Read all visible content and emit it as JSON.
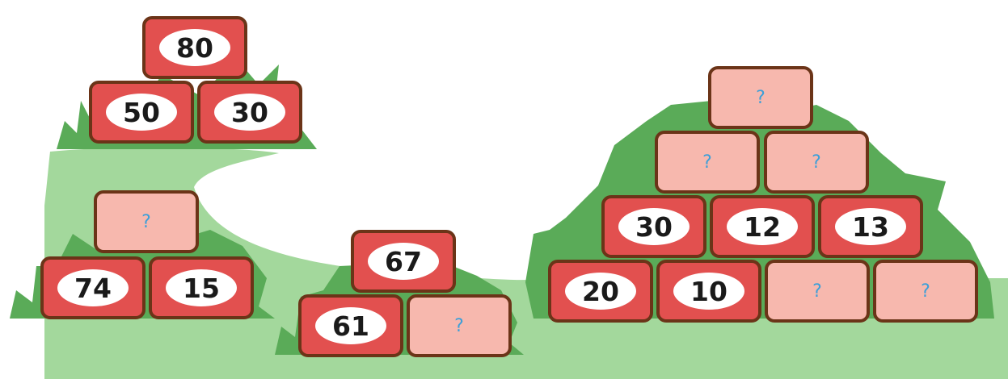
{
  "colors": {
    "ground": "#a3d89c",
    "bush": "#5aab58",
    "brick_red": "#e2504f",
    "brick_pink": "#f7b8ae",
    "brick_border": "#6b3418",
    "question_mark": "#3d9fd8"
  },
  "pyramids": [
    {
      "id": "pyramid-a",
      "rows": [
        [
          {
            "value": "80"
          }
        ],
        [
          {
            "value": "50"
          },
          {
            "value": "30"
          }
        ]
      ]
    },
    {
      "id": "pyramid-b",
      "rows": [
        [
          {
            "value": "?"
          }
        ],
        [
          {
            "value": "74"
          },
          {
            "value": "15"
          }
        ]
      ]
    },
    {
      "id": "pyramid-c",
      "rows": [
        [
          {
            "value": "67"
          }
        ],
        [
          {
            "value": "61"
          },
          {
            "value": "?"
          }
        ]
      ]
    },
    {
      "id": "pyramid-d",
      "rows": [
        [
          {
            "value": "?"
          }
        ],
        [
          {
            "value": "?"
          },
          {
            "value": "?"
          }
        ],
        [
          {
            "value": "30"
          },
          {
            "value": "12"
          },
          {
            "value": "13"
          }
        ],
        [
          {
            "value": "20"
          },
          {
            "value": "10"
          },
          {
            "value": "?"
          },
          {
            "value": "?"
          }
        ]
      ]
    }
  ]
}
